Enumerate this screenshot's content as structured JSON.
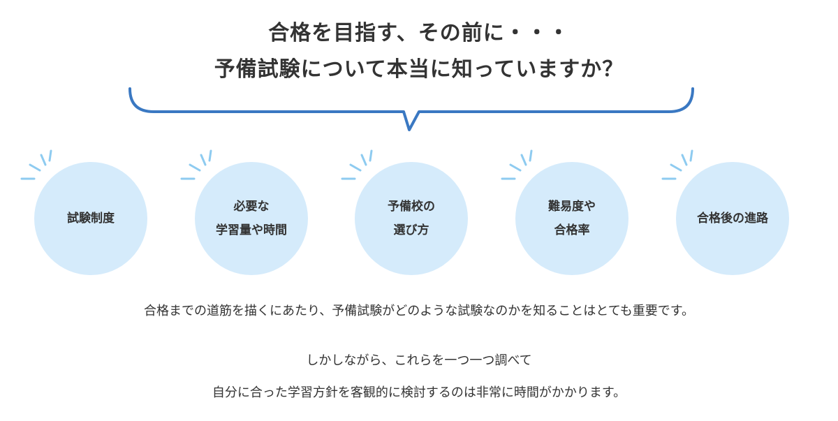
{
  "heading": {
    "line1": "合格を目指す、その前に・・・",
    "line2": "予備試験について本当に知っていますか？"
  },
  "topics": [
    {
      "lines": [
        "試験制度"
      ]
    },
    {
      "lines": [
        "必要な",
        "学習量や時間"
      ]
    },
    {
      "lines": [
        "予備校の",
        "選び方"
      ]
    },
    {
      "lines": [
        "難易度や",
        "合格率"
      ]
    },
    {
      "lines": [
        "合格後の進路"
      ]
    }
  ],
  "description": {
    "paragraph1": "合格までの道筋を描くにあたり、予備試験がどのような試験なのかを知ることはとても重要です。",
    "paragraph2_line1": "しかしながら、これらを一つ一つ調べて",
    "paragraph2_line2": "自分に合った学習方針を客観的に検討するのは非常に時間がかかります。"
  },
  "colors": {
    "accent_line": "#3a78c2",
    "circle_fill": "#d5ebfb",
    "sparkle": "#8ecbf0",
    "text": "#333333"
  },
  "icons": {
    "sparkle": "sparkle-icon",
    "speech_bubble": "speech-bubble-outline"
  }
}
